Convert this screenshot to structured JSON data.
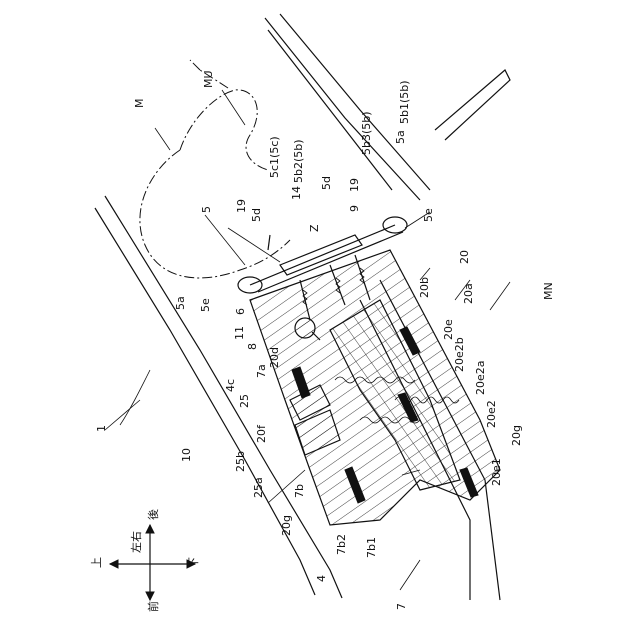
{
  "labels": {
    "M": "M",
    "MU": "MU",
    "MN": "MN",
    "n1": "1",
    "n4": "4",
    "n4c": "4c",
    "n5": "5",
    "n5a_left": "5a",
    "n5a_right": "5a",
    "n5b1": "5b1(5b)",
    "n5b2": "5b2(5b)",
    "n5b3": "5b3(5b)",
    "n5c1": "5c1(5c)",
    "n5d_left": "5d",
    "n5d_mid": "5d",
    "n5e_left": "5e",
    "n5e_right": "5e",
    "n6": "6",
    "n7": "7",
    "n7a": "7a",
    "n7b": "7b",
    "n7b1": "7b1",
    "n7b2": "7b2",
    "n8": "8",
    "n9": "9",
    "n10": "10",
    "n11": "11",
    "n14": "14",
    "n19_left": "19",
    "n19_right": "19",
    "n20": "20",
    "n20a": "20a",
    "n20b": "20b",
    "n20d": "20d",
    "n20e": "20e",
    "n20e1": "20e1",
    "n20e2": "20e2",
    "n20e2a": "20e2a",
    "n20e2b": "20e2b",
    "n20f": "20f",
    "n20g_left": "20g",
    "n20g_right": "20g",
    "n25": "25",
    "n25a": "25a",
    "n25b": "25b",
    "Z": "Z"
  },
  "compass": {
    "up": "上",
    "down": "下",
    "front": "前",
    "rear": "後",
    "leftright": "左右"
  }
}
